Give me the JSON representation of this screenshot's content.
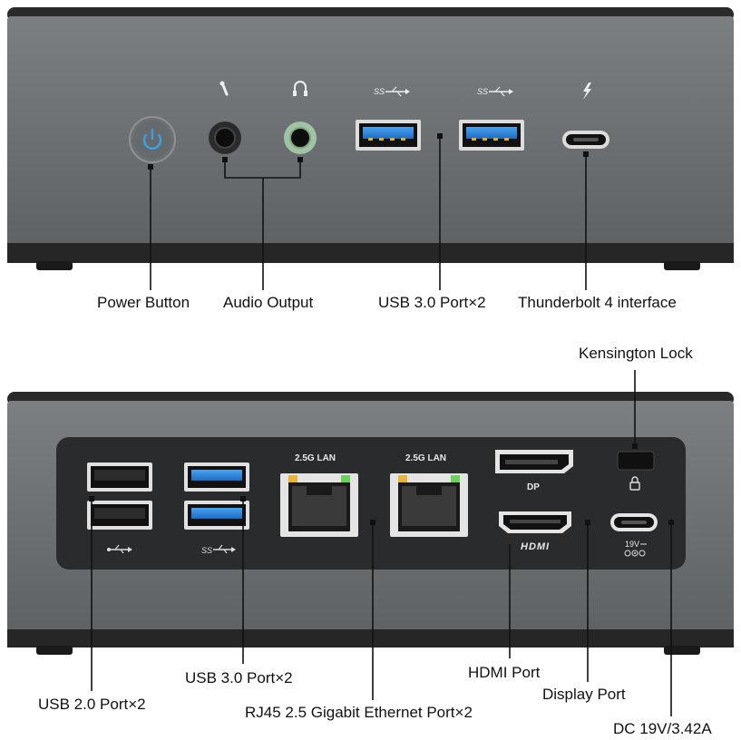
{
  "front_panel": {
    "labels": {
      "power_button": "Power Button",
      "audio_output": "Audio Output",
      "usb30": "USB 3.0 Port×2",
      "thunderbolt": "Thunderbolt 4 interface"
    },
    "icons": [
      "microphone-icon",
      "headphone-icon",
      "superspeed-usb-icon",
      "superspeed-usb-icon",
      "thunderbolt-icon",
      "power-icon"
    ],
    "colors": {
      "chassis": "#6e7174",
      "base": "#2b2b2b",
      "usb_blue": "#2a7fd6",
      "power_blue": "#3aa0e8",
      "headphone_green": "#9fc3a4"
    }
  },
  "rear_panel": {
    "port_text": {
      "lan1": "2.5G LAN",
      "lan2": "2.5G LAN",
      "dp": "DP",
      "hdmi": "HDMI",
      "dc": "19V"
    },
    "labels": {
      "kensington": "Kensington Lock",
      "usb30": "USB 3.0 Port×2",
      "usb20": "USB 2.0 Port×2",
      "hdmi_port": "HDMI Port",
      "rj45": "RJ45 2.5 Gigabit Ethernet Port×2",
      "display_port": "Display Port",
      "dc": "DC 19V/3.42A"
    },
    "icons": [
      "usb-icon",
      "superspeed-usb-icon",
      "lock-icon",
      "dc-polarity-icon"
    ]
  }
}
